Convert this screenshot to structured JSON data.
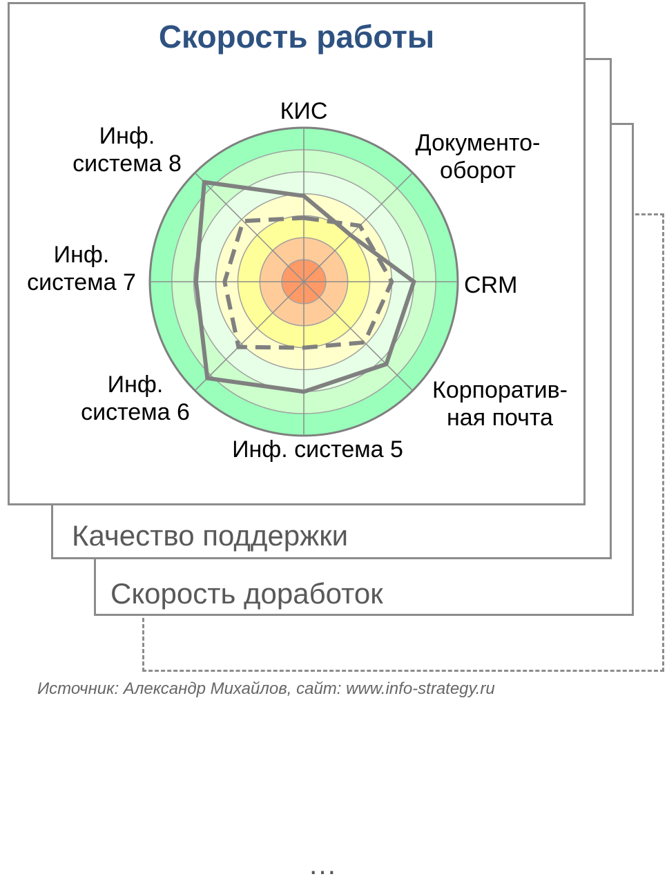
{
  "page": {
    "title": "Скорость работы",
    "stacked_cards": [
      "Качество поддержки",
      "Скорость доработок",
      "…"
    ],
    "source": "Источник: Александр Михайлов, сайт: www.info-strategy.ru"
  },
  "colors": {
    "title": "#2e5281",
    "frame": "#8c8c8c",
    "series_line": "#808080",
    "rings": [
      "#ff9966",
      "#ffcc99",
      "#ffff99",
      "#ffffcc",
      "#e6ffe6",
      "#ccffcc",
      "#99ffbb"
    ]
  },
  "chart_data": {
    "type": "radar",
    "title": "Скорость работы",
    "axes": [
      [
        "КИС"
      ],
      [
        "Документо-",
        "оборот"
      ],
      [
        "CRM"
      ],
      [
        "Корпоратив-",
        "ная почта"
      ],
      [
        "Инф. система 5"
      ],
      [
        "Инф.",
        "система 6"
      ],
      [
        "Инф.",
        "система 7"
      ],
      [
        "Инф.",
        "система 8"
      ]
    ],
    "rlim": [
      0,
      7
    ],
    "rings": 7,
    "series": [
      {
        "style": "solid",
        "values": [
          3.9,
          3.0,
          5.0,
          5.3,
          5.0,
          6.2,
          4.9,
          6.4
        ]
      },
      {
        "style": "dashed",
        "values": [
          2.9,
          3.6,
          4.0,
          3.9,
          3.0,
          4.2,
          3.6,
          3.9
        ]
      }
    ]
  }
}
